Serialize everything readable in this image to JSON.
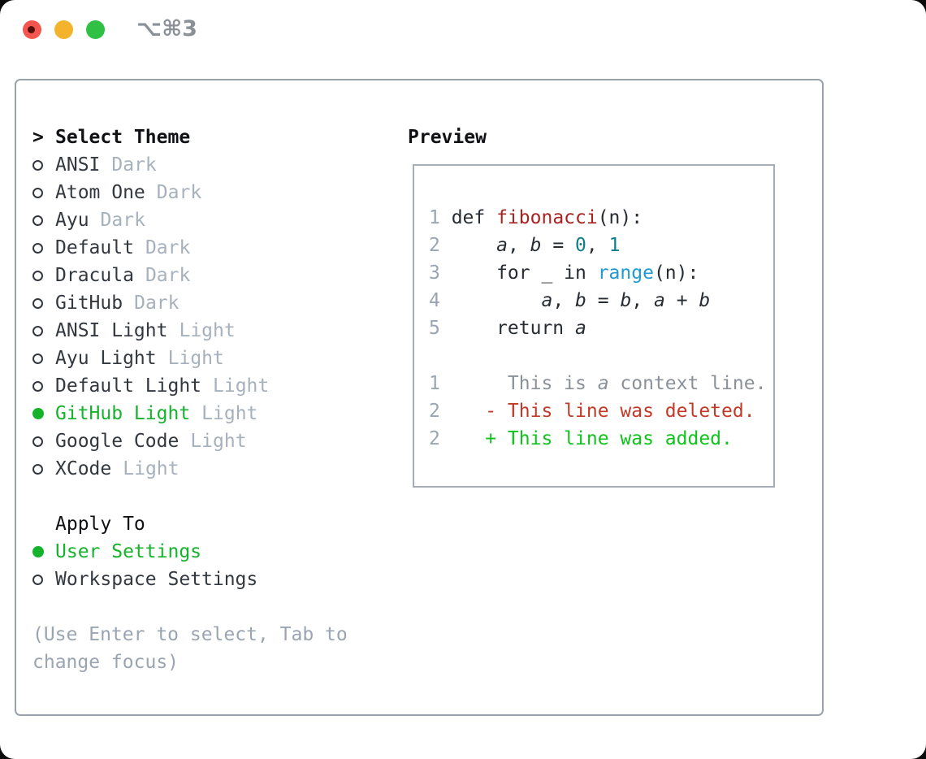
{
  "window": {
    "title": "⌥⌘3"
  },
  "titlebar": {
    "buttons": [
      "close",
      "minimize",
      "zoom"
    ]
  },
  "theme_menu": {
    "prompt": ">",
    "header": "Select Theme",
    "items": [
      {
        "name": "ANSI",
        "variant": "Dark",
        "selected": false
      },
      {
        "name": "Atom One",
        "variant": "Dark",
        "selected": false
      },
      {
        "name": "Ayu",
        "variant": "Dark",
        "selected": false
      },
      {
        "name": "Default",
        "variant": "Dark",
        "selected": false
      },
      {
        "name": "Dracula",
        "variant": "Dark",
        "selected": false
      },
      {
        "name": "GitHub",
        "variant": "Dark",
        "selected": false
      },
      {
        "name": "ANSI Light",
        "variant": "Light",
        "selected": false
      },
      {
        "name": "Ayu Light",
        "variant": "Light",
        "selected": false
      },
      {
        "name": "Default Light",
        "variant": "Light",
        "selected": false
      },
      {
        "name": "GitHub Light",
        "variant": "Light",
        "selected": true
      },
      {
        "name": "Google Code",
        "variant": "Light",
        "selected": false
      },
      {
        "name": "XCode",
        "variant": "Light",
        "selected": false
      }
    ]
  },
  "apply_to": {
    "header": "Apply To",
    "options": [
      {
        "name": "User Settings",
        "selected": true
      },
      {
        "name": "Workspace Settings",
        "selected": false
      }
    ]
  },
  "help": {
    "lines": [
      "(Use Enter to select, Tab to",
      "change focus)"
    ]
  },
  "preview": {
    "label": "Preview",
    "lines": [
      {
        "num": "1",
        "tokens": [
          {
            "t": "def ",
            "c": "fg"
          },
          {
            "t": "fibonacci",
            "c": "func"
          },
          {
            "t": "(n):",
            "c": "fg"
          }
        ]
      },
      {
        "num": "2",
        "tokens": [
          {
            "t": "    ",
            "c": "fg"
          },
          {
            "t": "a",
            "c": "fg",
            "i": 1
          },
          {
            "t": ", ",
            "c": "fg"
          },
          {
            "t": "b",
            "c": "fg",
            "i": 1
          },
          {
            "t": " = ",
            "c": "fg"
          },
          {
            "t": "0",
            "c": "num"
          },
          {
            "t": ", ",
            "c": "fg"
          },
          {
            "t": "1",
            "c": "num"
          }
        ]
      },
      {
        "num": "3",
        "tokens": [
          {
            "t": "    for _ in ",
            "c": "fg"
          },
          {
            "t": "range",
            "c": "builtin"
          },
          {
            "t": "(n):",
            "c": "fg"
          }
        ]
      },
      {
        "num": "4",
        "tokens": [
          {
            "t": "        ",
            "c": "fg"
          },
          {
            "t": "a",
            "c": "fg",
            "i": 1
          },
          {
            "t": ", ",
            "c": "fg"
          },
          {
            "t": "b",
            "c": "fg",
            "i": 1
          },
          {
            "t": " = ",
            "c": "fg"
          },
          {
            "t": "b",
            "c": "fg",
            "i": 1
          },
          {
            "t": ", ",
            "c": "fg"
          },
          {
            "t": "a",
            "c": "fg",
            "i": 1
          },
          {
            "t": " + ",
            "c": "fg"
          },
          {
            "t": "b",
            "c": "fg",
            "i": 1
          }
        ]
      },
      {
        "num": "5",
        "tokens": [
          {
            "t": "    return ",
            "c": "fg"
          },
          {
            "t": "a",
            "c": "fg",
            "i": 1
          }
        ]
      },
      {
        "num": "",
        "tokens": []
      },
      {
        "num": "1",
        "tokens": [
          {
            "t": "     This is ",
            "c": "ctx"
          },
          {
            "t": "a",
            "c": "ctx",
            "i": 1
          },
          {
            "t": " context line.",
            "c": "ctx"
          }
        ]
      },
      {
        "num": "2",
        "tokens": [
          {
            "t": "   ",
            "c": "ctx"
          },
          {
            "t": "- This line was deleted.",
            "c": "del"
          }
        ]
      },
      {
        "num": "2",
        "tokens": [
          {
            "t": "   ",
            "c": "ctx"
          },
          {
            "t": "+ This line was added.",
            "c": "add"
          }
        ]
      }
    ]
  },
  "colors": {
    "title": "#8a9096",
    "panel_border": "#99a2ac",
    "box_border": "#a7aeb8",
    "header_fg": "#101114",
    "menu_fg": "#33383f",
    "muted": "#a7b1bd",
    "help": "#9aa5b1",
    "green": "#15b32c",
    "code_fg": "#272c33",
    "func": "#a82420",
    "number": "#0e7f86",
    "builtin": "#1e9ad6",
    "lnum": "#9aa5b3",
    "ctx": "#8b9199",
    "del": "#c23a27",
    "add": "#0fc21c",
    "light_red": "#f4564f",
    "light_red_dot": "#540f0a",
    "light_yellow": "#f3b32c",
    "light_green": "#30c144"
  }
}
